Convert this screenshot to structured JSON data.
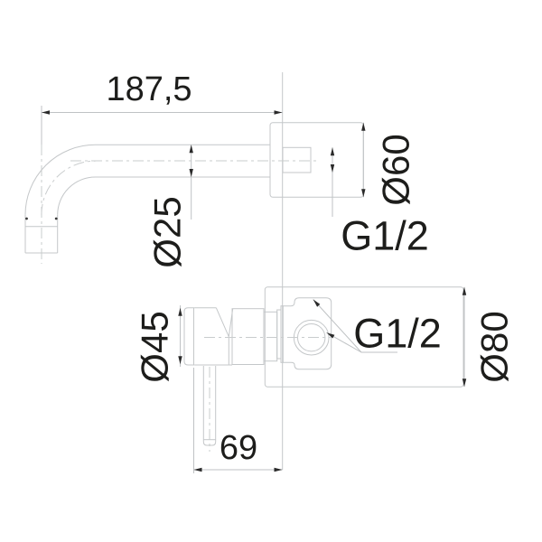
{
  "drawing": {
    "description": "Technical dimension drawing of a wall-mounted basin spout and concealed single-lever mixer valve",
    "labels": {
      "spout_reach": "187,5",
      "spout_tube_diameter": "Ø25",
      "spout_flange_diameter": "Ø60",
      "spout_thread": "G1/2",
      "handle_diameter": "Ø45",
      "valve_thread": "G1/2",
      "valve_plate_diameter": "Ø80",
      "handle_projection": "69"
    },
    "colors": {
      "outline": "#c4c7c9",
      "dimension_line": "#bfc2c4",
      "text_and_arrows": "#1d1d1b",
      "background": "#ffffff"
    }
  }
}
